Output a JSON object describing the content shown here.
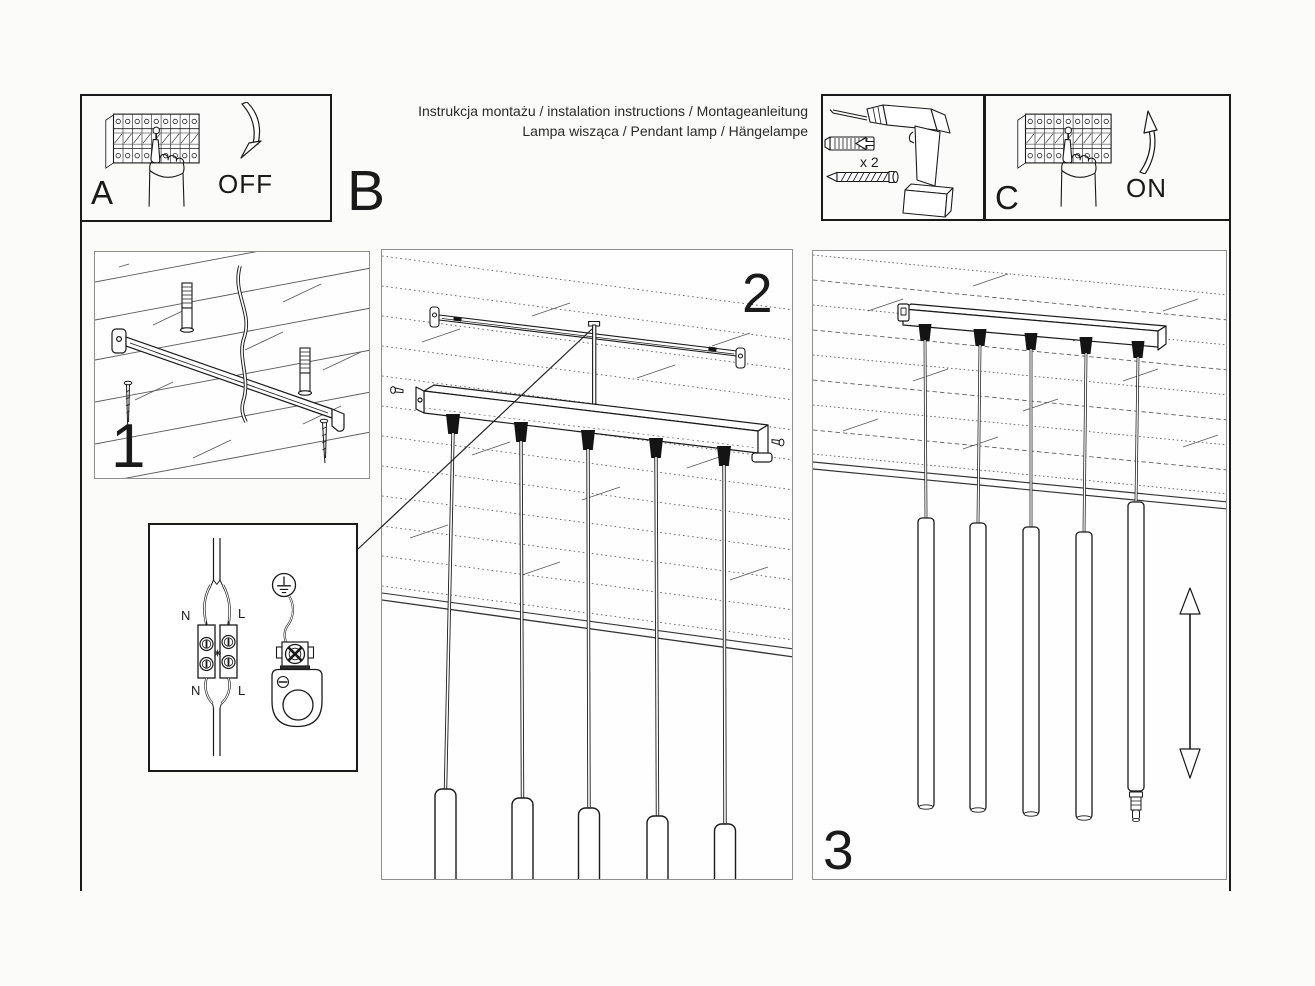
{
  "header": {
    "line1": "Instrukcja montażu / instalation instructions / Montageanleitung",
    "line2": "Lampa wisząca / Pendant lamp / Hängelampe"
  },
  "top_steps": {
    "step_a": {
      "label": "A",
      "action": "OFF"
    },
    "step_b": {
      "label": "B"
    },
    "tools": {
      "quantity": "x 2"
    },
    "step_c": {
      "label": "C",
      "action": "ON"
    }
  },
  "diagram_steps": {
    "step1": "1",
    "step2": "2",
    "step3": "3"
  },
  "wiring_inset": {
    "top_left": "N",
    "top_right": "L",
    "bottom_left": "N",
    "bottom_right": "L"
  },
  "icons": {
    "step_a": [
      "circuit-breaker-panel-icon",
      "pointing-hand-icon",
      "curved-arrow-down-icon"
    ],
    "tools": [
      "power-drill-icon",
      "wall-plug-icon",
      "screw-icon"
    ],
    "step_c": [
      "circuit-breaker-panel-icon",
      "pointing-hand-icon",
      "curved-arrow-up-icon"
    ],
    "wiring": [
      "ground-symbol-icon",
      "terminal-block-icon",
      "strain-relief-clamp-icon"
    ],
    "step3": [
      "height-adjustment-double-arrow-icon"
    ]
  },
  "colors": {
    "ink": "#1a1a1a",
    "faint_line": "#5a5a5a",
    "panel_border": "#8f8f8f",
    "paper": "#fbfbf9"
  }
}
